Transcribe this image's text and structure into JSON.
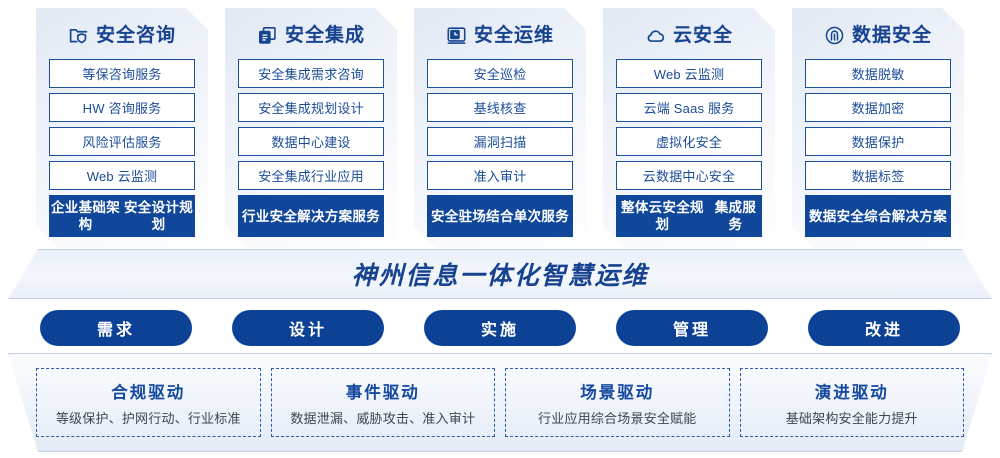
{
  "columns": [
    {
      "icon": "folder-shield-icon",
      "title": "安全咨询",
      "items": [
        "等保咨询服务",
        "HW 咨询服务",
        "风险评估服务",
        "Web 云监测"
      ],
      "highlight": "企业基础架构\n安全设计规划"
    },
    {
      "icon": "stacked-documents-icon",
      "title": "安全集成",
      "items": [
        "安全集成需求咨询",
        "安全集成规划设计",
        "数据中心建设",
        "安全集成行业应用"
      ],
      "highlight": "行业安全解决\n方案服务"
    },
    {
      "icon": "monitor-chart-icon",
      "title": "安全运维",
      "items": [
        "安全巡检",
        "基线核查",
        "漏洞扫描",
        "准入审计"
      ],
      "highlight": "安全驻场结合\n单次服务"
    },
    {
      "icon": "cloud-icon",
      "title": "云安全",
      "items": [
        "Web 云监测",
        "云端 Saas 服务",
        "虚拟化安全",
        "云数据中心安全"
      ],
      "highlight": "整体云安全规划\n集成服务"
    },
    {
      "icon": "fingerprint-icon",
      "title": "数据安全",
      "items": [
        "数据脱敏",
        "数据加密",
        "数据保护",
        "数据标签"
      ],
      "highlight": "数据安全综合\n解决方案"
    }
  ],
  "banner": {
    "text": "神州信息一体化智慧运维"
  },
  "pills": [
    {
      "label": "需求"
    },
    {
      "label": "设计"
    },
    {
      "label": "实施"
    },
    {
      "label": "管理"
    },
    {
      "label": "改进"
    }
  ],
  "drivers": [
    {
      "title": "合规驱动",
      "sub": "等级保护、护网行动、行业标准"
    },
    {
      "title": "事件驱动",
      "sub": "数据泄漏、威胁攻击、准入审计"
    },
    {
      "title": "场景驱动",
      "sub": "行业应用综合场景安全赋能"
    },
    {
      "title": "演进驱动",
      "sub": "基础架构安全能力提升"
    }
  ],
  "colors": {
    "brand_blue": "#10479b",
    "title_blue": "#17428f",
    "item_border": "#1c4f9c",
    "pill_blue": "#0c4196",
    "driver_title": "#1549a0"
  }
}
